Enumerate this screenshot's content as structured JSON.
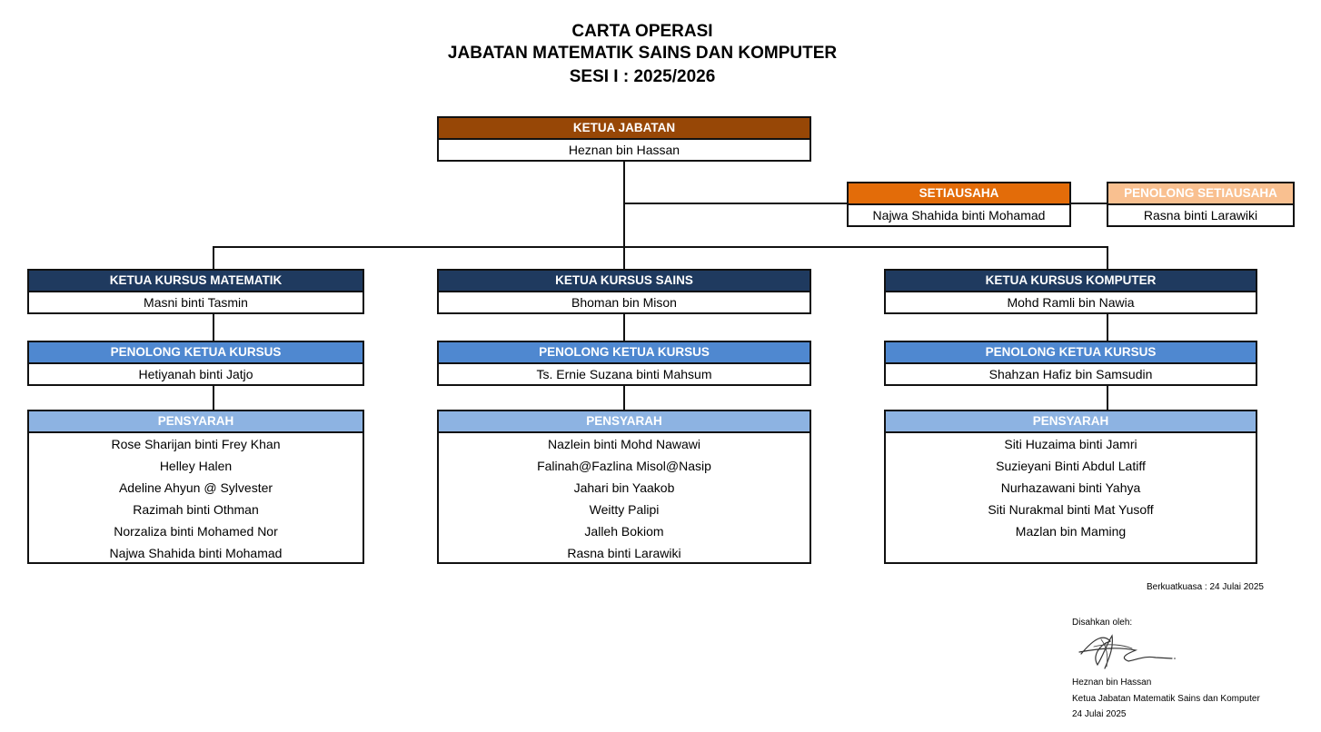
{
  "title": {
    "line1": "CARTA OPERASI",
    "line2": "JABATAN MATEMATIK SAINS DAN KOMPUTER",
    "line3": "SESI I : 2025/2026"
  },
  "colors": {
    "ketua_jabatan": "#974706",
    "setiausaha": "#E36C09",
    "penolong_setiausaha": "#F9C090",
    "ketua_kursus": "#1F3A5F",
    "penolong_ketua_kursus": "#4F88D0",
    "pensyarah": "#8DB3E2"
  },
  "ketua_jabatan": {
    "title": "KETUA JABATAN",
    "name": "Heznan bin Hassan"
  },
  "setiausaha": {
    "title": "SETIAUSAHA",
    "name": "Najwa Shahida binti Mohamad"
  },
  "penolong_setiausaha": {
    "title": "PENOLONG SETIAUSAHA",
    "name": "Rasna binti Larawiki"
  },
  "kursus": [
    {
      "ketua_title": "KETUA KURSUS MATEMATIK",
      "ketua_name": "Masni binti Tasmin",
      "penolong_title": "PENOLONG KETUA KURSUS",
      "penolong_name": "Hetiyanah binti Jatjo",
      "pensyarah_title": "PENSYARAH",
      "pensyarah": [
        "Rose Sharijan binti Frey Khan",
        "Helley Halen",
        "Adeline Ahyun @ Sylvester",
        "Razimah binti Othman",
        "Norzaliza binti Mohamed Nor",
        "Najwa Shahida binti Mohamad"
      ]
    },
    {
      "ketua_title": "KETUA KURSUS SAINS",
      "ketua_name": "Bhoman bin Mison",
      "penolong_title": "PENOLONG KETUA KURSUS",
      "penolong_name": "Ts. Ernie Suzana binti Mahsum",
      "pensyarah_title": "PENSYARAH",
      "pensyarah": [
        "Nazlein binti Mohd Nawawi",
        "Falinah@Fazlina Misol@Nasip",
        "Jahari bin Yaakob",
        "Weitty Palipi",
        "Jalleh Bokiom",
        "Rasna binti Larawiki"
      ]
    },
    {
      "ketua_title": "KETUA KURSUS KOMPUTER",
      "ketua_name": "Mohd Ramli bin Nawia",
      "penolong_title": "PENOLONG KETUA KURSUS",
      "penolong_name": "Shahzan Hafiz bin Samsudin",
      "pensyarah_title": "PENSYARAH",
      "pensyarah": [
        "Siti Huzaima binti Jamri",
        "Suzieyani Binti Abdul Latiff",
        "Nurhazawani binti Yahya",
        "Siti Nurakmal binti Mat Yusoff",
        "Mazlan bin Maming"
      ]
    }
  ],
  "footer": {
    "berkuatkuasa": "Berkuatkuasa : 24 Julai 2025",
    "disahkan": "Disahkan oleh:",
    "signatory_name": "Heznan bin Hassan",
    "signatory_title": "Ketua Jabatan Matematik Sains dan Komputer",
    "date": "24 Julai 2025"
  }
}
